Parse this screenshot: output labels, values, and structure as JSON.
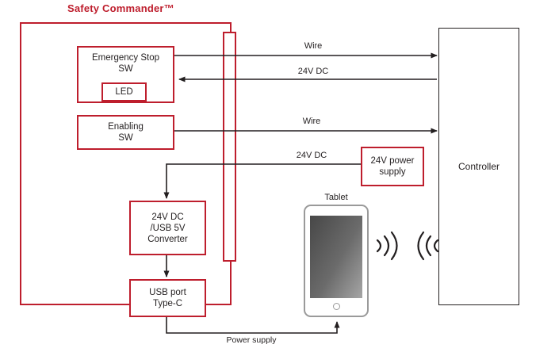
{
  "title": "Safety Commander™",
  "boxes": {
    "emergency_stop": {
      "line1": "Emergency Stop",
      "line2": "SW"
    },
    "led": {
      "label": "LED"
    },
    "enabling_sw": {
      "line1": "Enabling",
      "line2": "SW"
    },
    "converter": {
      "line1": "24V DC",
      "line2": "/USB 5V",
      "line3": "Converter"
    },
    "usb_port": {
      "line1": "USB port",
      "line2": "Type-C"
    },
    "power_supply": {
      "line1": "24V power",
      "line2": "supply"
    },
    "controller": {
      "label": "Controller"
    }
  },
  "connections": {
    "wire_top": "Wire",
    "dc_top": "24V DC",
    "wire_mid": "Wire",
    "dc_mid": "24V DC",
    "power_bottom": "Power supply"
  },
  "tablet": {
    "label": "Tablet"
  },
  "colors": {
    "accent_red": "#be1e2d",
    "line_black": "#231f20",
    "tablet_frame_gray": "#9a9a9a"
  }
}
